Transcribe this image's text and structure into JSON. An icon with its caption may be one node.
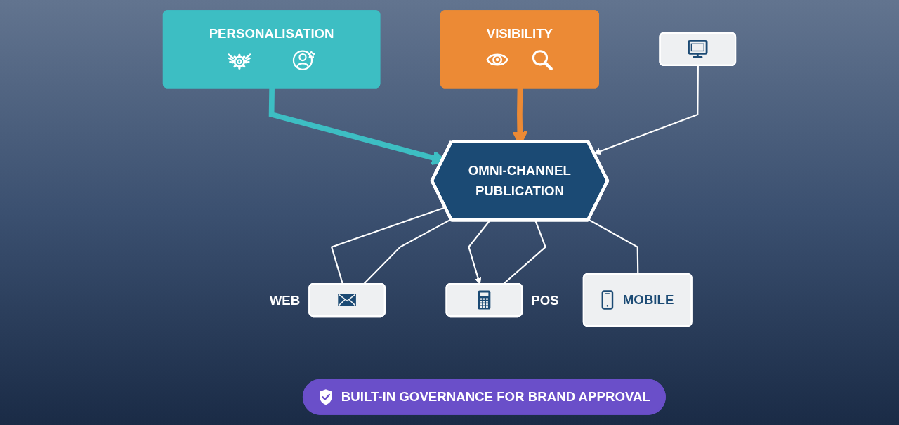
{
  "diagram": {
    "nodes": [
      {
        "text": [
          "PERSONALISATION"
        ]
      },
      {
        "text": [
          "VISIBILITY"
        ]
      },
      {
        "text": [
          "OMNI-CHANNEL PUBLICATION"
        ]
      },
      {
        "text": [],
        "shape": "box"
      },
      {
        "text": [
          "MOBILE"
        ]
      },
      {
        "text": [],
        "shape": "box",
        "beside": [
          "WEB"
        ]
      },
      {
        "text": [],
        "shape": "box",
        "beside": [
          "POS"
        ]
      },
      {
        "text": [
          "BUILT-IN GOVERNANCE FOR BRAND APPROVAL"
        ]
      }
    ],
    "edges": [
      {
        "from": 0,
        "to": 2,
        "arrow": "to",
        "style": "thick",
        "color": "#3dbec3"
      },
      {
        "from": 1,
        "to": 2,
        "arrow": "to",
        "style": "thick",
        "color": "#ec8a35"
      },
      {
        "from": 3,
        "to": 2,
        "arrow": "to"
      },
      {
        "from": 2,
        "to": 4,
        "arrow": "none"
      },
      {
        "from": 2,
        "to": 5,
        "arrow": "none"
      },
      {
        "from": 2,
        "to": 6,
        "arrow": "to"
      },
      {
        "from": 2,
        "to": 5,
        "arrow": "none"
      },
      {
        "from": 2,
        "to": 6,
        "arrow": "none"
      }
    ]
  }
}
